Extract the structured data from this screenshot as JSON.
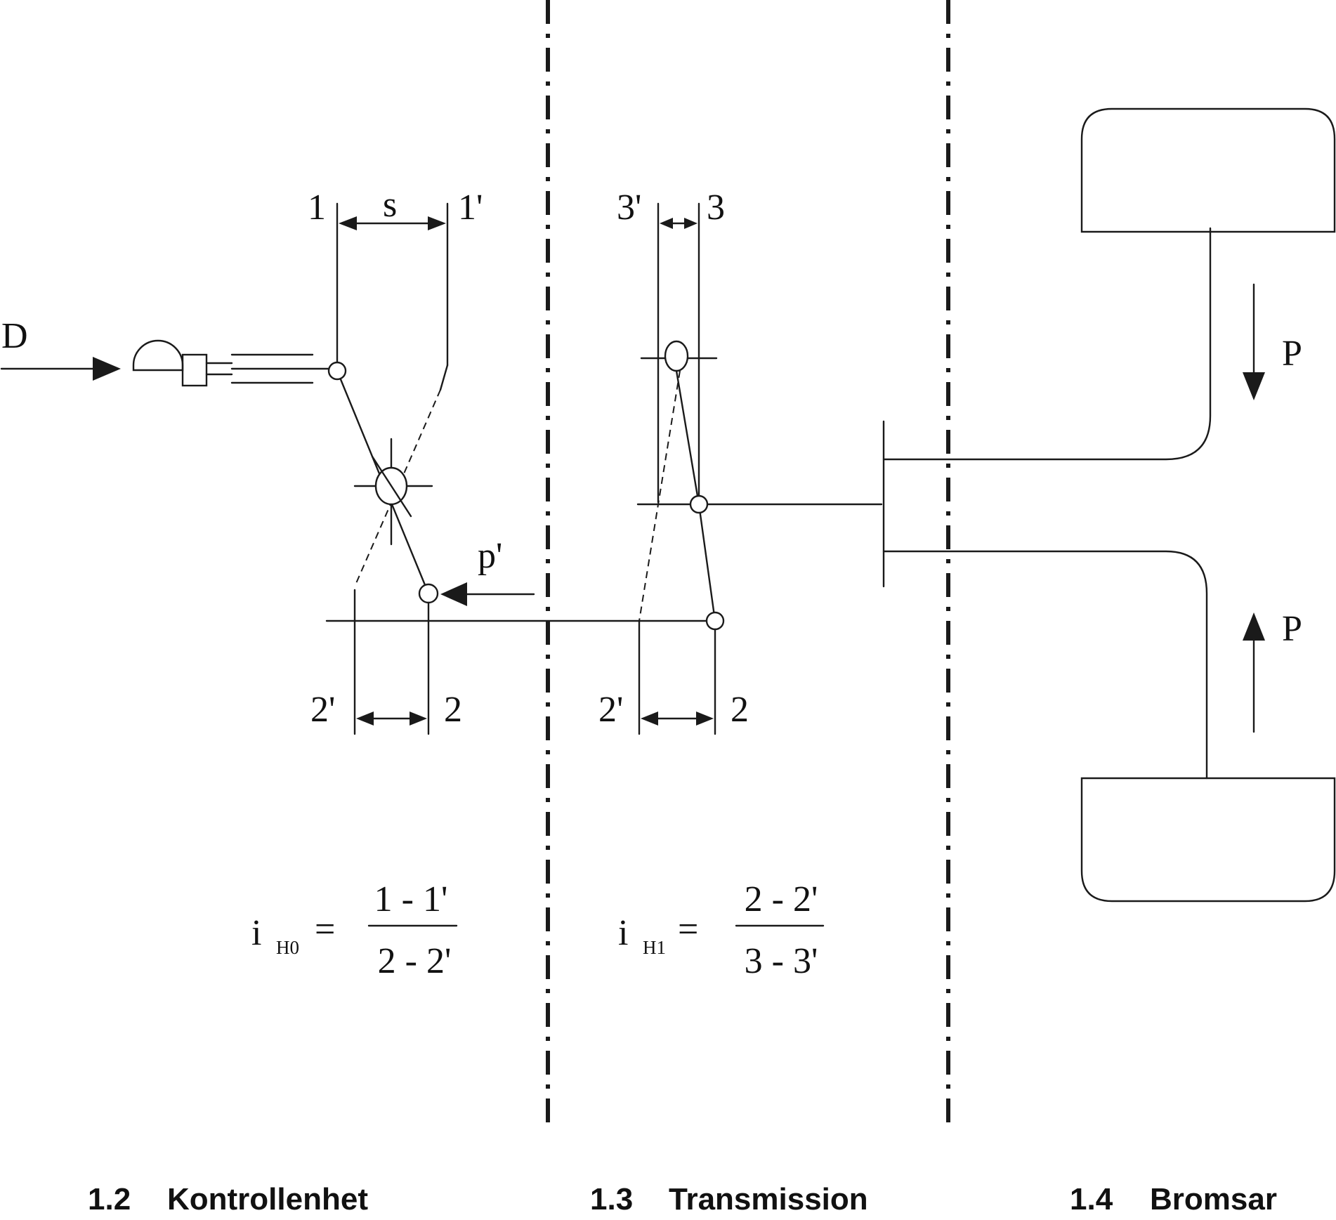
{
  "input_label": "D",
  "output_label_top": "P",
  "output_label_bottom": "P",
  "stroke_label": "s",
  "reaction_label": "p'",
  "control_unit": {
    "top_left": "1",
    "top_right": "1'",
    "bottom_left": "2'",
    "bottom_right": "2"
  },
  "transmission": {
    "top_left": "3'",
    "top_right": "3",
    "bottom_left": "2'",
    "bottom_right": "2"
  },
  "formula_h0": {
    "symbol": "i",
    "subscript": "H0",
    "equals": "=",
    "numerator": "1 - 1'",
    "denominator": "2 - 2'"
  },
  "formula_h1": {
    "symbol": "i",
    "subscript": "H1",
    "equals": "=",
    "numerator": "2 - 2'",
    "denominator": "3 - 3'"
  },
  "sections": [
    {
      "number": "1.2",
      "name": "Kontrollenhet"
    },
    {
      "number": "1.3",
      "name": "Transmission"
    },
    {
      "number": "1.4",
      "name": "Bromsar"
    }
  ]
}
